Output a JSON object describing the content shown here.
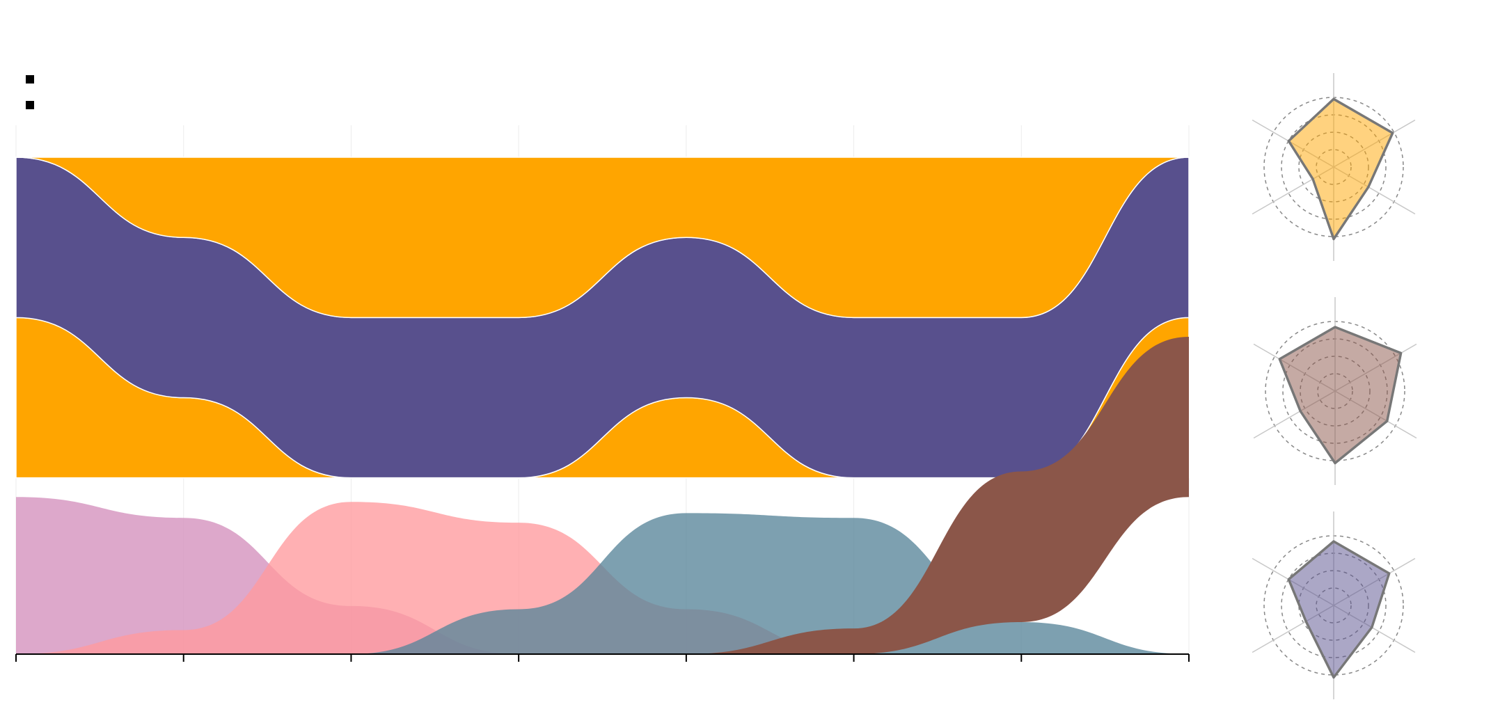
{
  "chart_data": {
    "type": "area",
    "x": [
      0,
      1,
      2,
      3,
      4,
      5,
      6,
      7
    ],
    "xlim": [
      0,
      7
    ],
    "ylim": [
      0,
      3.3
    ],
    "grid": "vertical",
    "series": [
      {
        "color": "#ffa500",
        "values": [
          1.0,
          0.5,
          0.0,
          0.0,
          0.5,
          0.0,
          0.0,
          1.0
        ]
      },
      {
        "color": "#58508d",
        "values": [
          1.0,
          1.0,
          1.0,
          1.0,
          1.0,
          1.0,
          1.0,
          1.0
        ]
      },
      {
        "color": "#ffa500",
        "values": [
          0.0,
          0.5,
          1.0,
          1.0,
          0.5,
          1.0,
          1.0,
          0.0
        ]
      }
    ],
    "overlay_series": [
      {
        "color": "#d48fbc",
        "opacity": 0.78,
        "values": [
          0.98,
          0.85,
          0.3,
          0.0,
          0.0,
          0.0,
          0.0,
          0.0
        ]
      },
      {
        "color": "#ff9a9e",
        "opacity": 0.78,
        "values": [
          0.0,
          0.15,
          0.95,
          0.82,
          0.28,
          0.0,
          0.0,
          0.0
        ]
      },
      {
        "color": "#58859a",
        "opacity": 0.78,
        "values": [
          0.0,
          0.0,
          0.0,
          0.28,
          0.88,
          0.85,
          0.2,
          0.0
        ]
      },
      {
        "color": "#8b5649",
        "opacity": 1.0,
        "base": [
          0.0,
          0.0,
          0.0,
          0.0,
          0.0,
          0.0,
          0.2,
          0.98
        ],
        "values": [
          0.0,
          0.0,
          0.0,
          0.0,
          0.0,
          0.16,
          1.14,
          1.98
        ]
      }
    ],
    "legend": {
      "position": "top-left",
      "entries": [
        "",
        ""
      ]
    },
    "radars": [
      {
        "color": "#ffa500",
        "opacity": 0.5,
        "axes": 6,
        "values": [
          0.85,
          0.85,
          0.5,
          0.9,
          0.3,
          0.65
        ]
      },
      {
        "color": "#8b5649",
        "opacity": 0.5,
        "axes": 6,
        "values": [
          0.8,
          0.95,
          0.75,
          0.9,
          0.5,
          0.8
        ]
      },
      {
        "color": "#58508d",
        "opacity": 0.5,
        "axes": 6,
        "values": [
          0.8,
          0.8,
          0.55,
          0.9,
          0.4,
          0.65
        ]
      }
    ]
  }
}
